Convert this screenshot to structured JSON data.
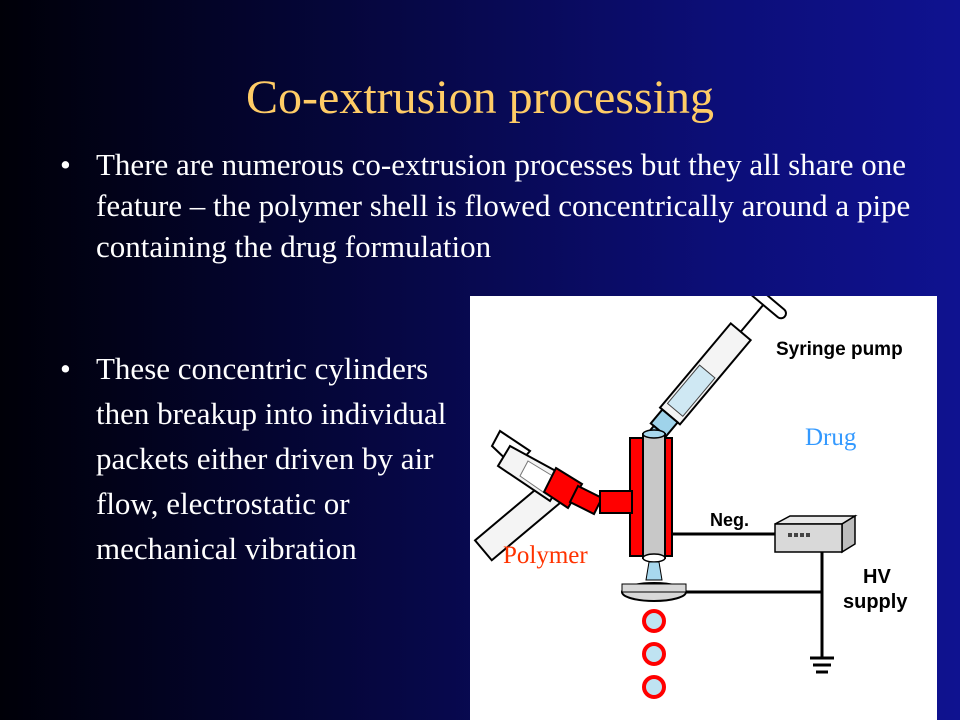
{
  "slide": {
    "title": "Co-extrusion processing",
    "bullet_marker": "•",
    "bullet1": "There are numerous co-extrusion processes but they all share one feature – the polymer shell is flowed concentrically around a pipe containing the drug formulation",
    "bullet2": "These concentric cylinders then breakup into individual packets either driven by air flow, electrostatic or mechanical vibration"
  },
  "diagram": {
    "label_syringe_pump": "Syringe pump",
    "label_drug": "Drug",
    "label_polymer": "Polymer",
    "label_neg": "Neg.",
    "label_hv_line1": "HV",
    "label_hv_line2": "supply",
    "colors": {
      "title": "#ffcc66",
      "polymer": "#ff0000",
      "drug_label": "#3399ff",
      "polymer_label": "#ff3300"
    }
  }
}
